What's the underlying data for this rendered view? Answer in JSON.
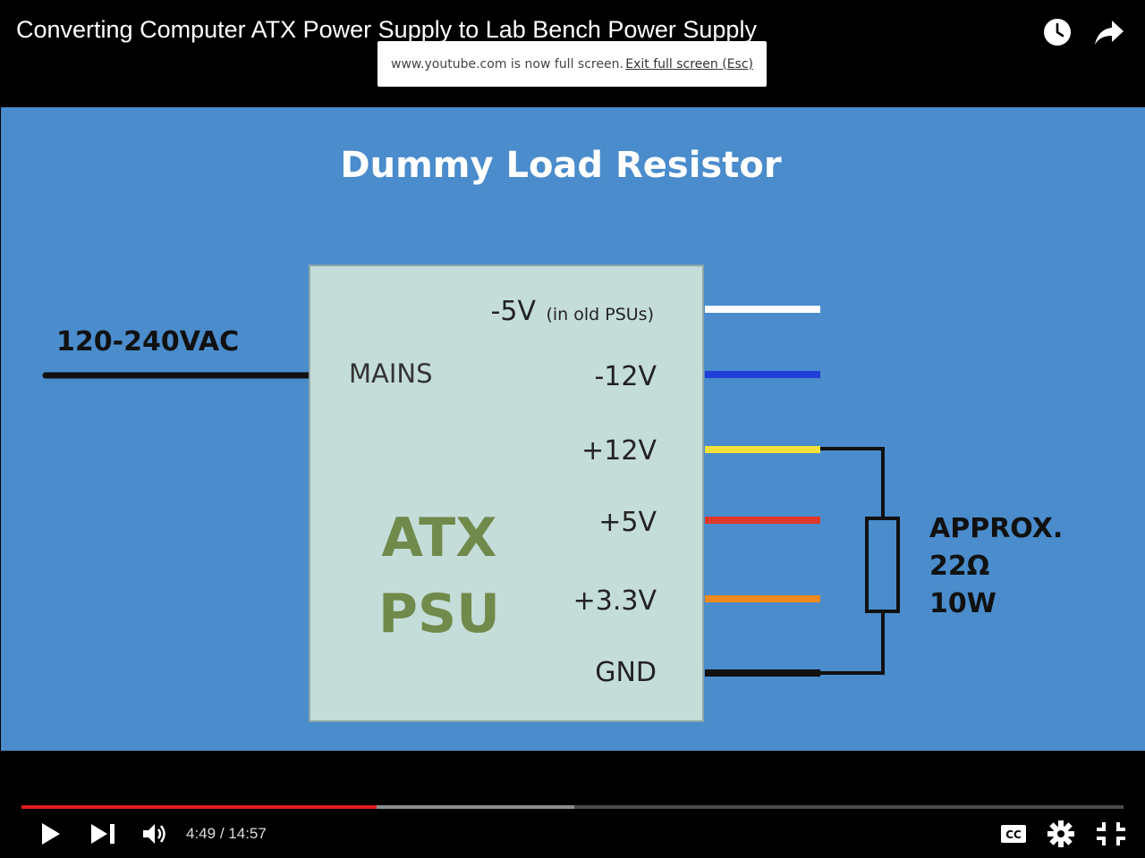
{
  "video": {
    "title": "Converting Computer ATX Power Supply to Lab Bench Power Supply"
  },
  "fullscreen_notice": {
    "message": "www.youtube.com is now full screen.",
    "exit_label": "Exit full screen (Esc)"
  },
  "icons": {
    "watch_later": "clock-icon",
    "share": "share-arrow-icon",
    "play": "play-icon",
    "next": "next-icon",
    "volume": "volume-icon",
    "captions": "cc-icon",
    "settings": "gear-icon",
    "fullscreen_exit": "exit-fullscreen-icon"
  },
  "frame": {
    "heading": "Dummy Load Resistor",
    "input_label": "120-240VAC",
    "mains_label": "MAINS",
    "psu_line1": "ATX",
    "psu_line2": "PSU",
    "rails": [
      {
        "label": "-5V",
        "note": "(in old PSUs)",
        "color": "#ffffff"
      },
      {
        "label": "-12V",
        "note": "",
        "color": "#1f3fd6"
      },
      {
        "label": "+12V",
        "note": "",
        "color": "#f3e03a"
      },
      {
        "label": "+5V",
        "note": "",
        "color": "#e0392a"
      },
      {
        "label": "+3.3V",
        "note": "",
        "color": "#f08a1f"
      },
      {
        "label": "GND",
        "note": "",
        "color": "#111111"
      }
    ],
    "resistor_line1": "APPROX.",
    "resistor_line2": "22Ω",
    "resistor_line3": "10W",
    "background_color": "#4a8ccc",
    "box_color": "#c5ddd9",
    "psu_text_color": "#6f8a4a"
  },
  "player": {
    "current_time": "4:49",
    "separator": "/",
    "duration": "14:57",
    "played_fraction": 0.322,
    "loaded_fraction": 0.502,
    "cc_label": "CC",
    "progress_color": "#e21b1b"
  }
}
